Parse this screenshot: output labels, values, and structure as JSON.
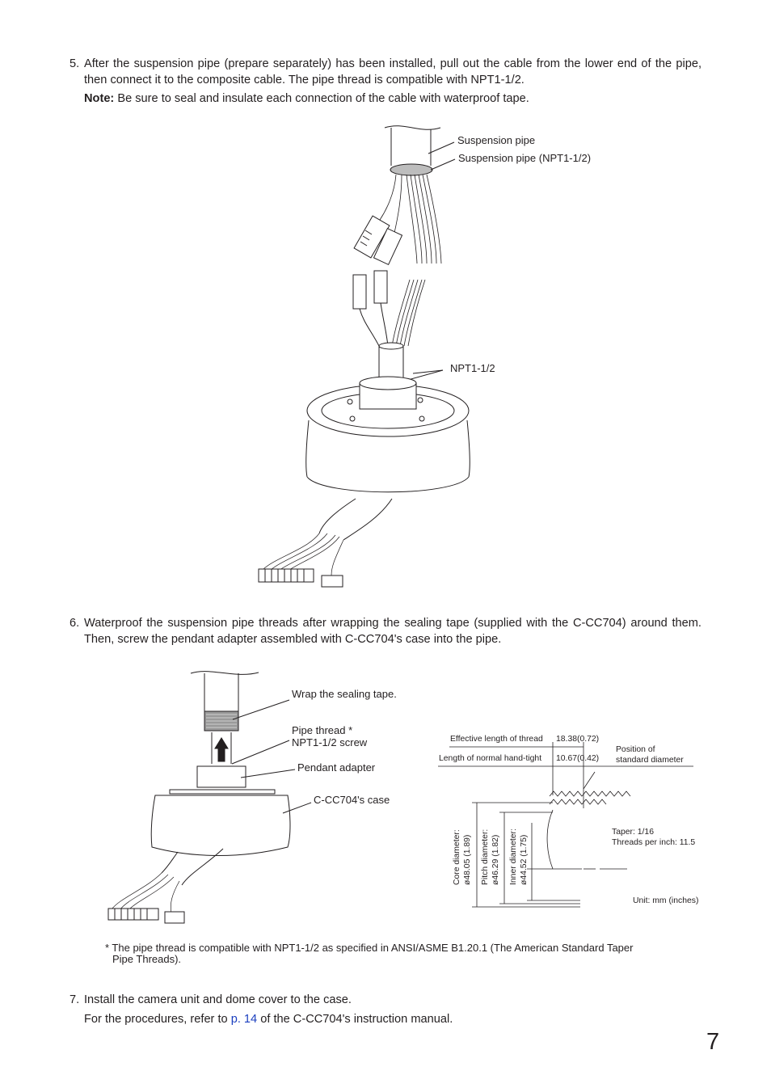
{
  "step5": {
    "number": "5.",
    "text": "After the suspension pipe (prepare separately) has been installed, pull out the cable from the lower end of the pipe, then connect it to the composite cable. The pipe thread is compatible with NPT1-1/2.",
    "note_label": "Note:",
    "note_text": " Be sure to seal and insulate each connection of the cable with waterproof tape."
  },
  "figure1": {
    "label_suspension_pipe": "Suspension pipe",
    "label_suspension_pipe_npt": "Suspension pipe (NPT1-1/2)",
    "label_npt": "NPT1-1/2"
  },
  "step6": {
    "number": "6.",
    "text": "Waterproof the suspension pipe threads after wrapping the sealing tape (supplied with the C-CC704) around them. Then, screw the pendant adapter assembled with C-CC704's case into the pipe."
  },
  "figure2": {
    "label_wrap_tape": "Wrap the sealing tape.",
    "label_pipe_thread": "Pipe thread *",
    "label_npt_screw": "NPT1-1/2 screw",
    "label_pendant_adapter": "Pendant adapter",
    "label_case": "C-CC704's case"
  },
  "thread_spec": {
    "effective_length_label": "Effective length of thread",
    "effective_length_value": "18.38(0.72)",
    "hand_tight_label": "Length of normal hand-tight",
    "hand_tight_value": "10.67(0.42)",
    "std_diameter_line1": "Position of",
    "std_diameter_line2": "standard diameter",
    "core_label": "Core diameter:",
    "core_value": "ø48.05 (1.89)",
    "pitch_label": "Pitch diameter:",
    "pitch_value": "ø46.29 (1.82)",
    "inner_label": "Inner diameter:",
    "inner_value": "ø44.52 (1.75)",
    "taper": "Taper: 1/16",
    "threads_per_inch": "Threads per inch: 11.5",
    "unit": "Unit: mm (inches)"
  },
  "footnote": {
    "line1": "* The pipe thread is compatible with NPT1-1/2 as specified in ANSI/ASME B1.20.1 (The American Standard Taper",
    "line2": "Pipe Threads)."
  },
  "step7": {
    "number": "7.",
    "text": "Install the camera unit and dome cover to the case.",
    "ref_pre": "For the procedures, refer to ",
    "ref_link": "p. 14",
    "ref_post": " of the C-CC704's instruction manual."
  },
  "page_number": "7"
}
